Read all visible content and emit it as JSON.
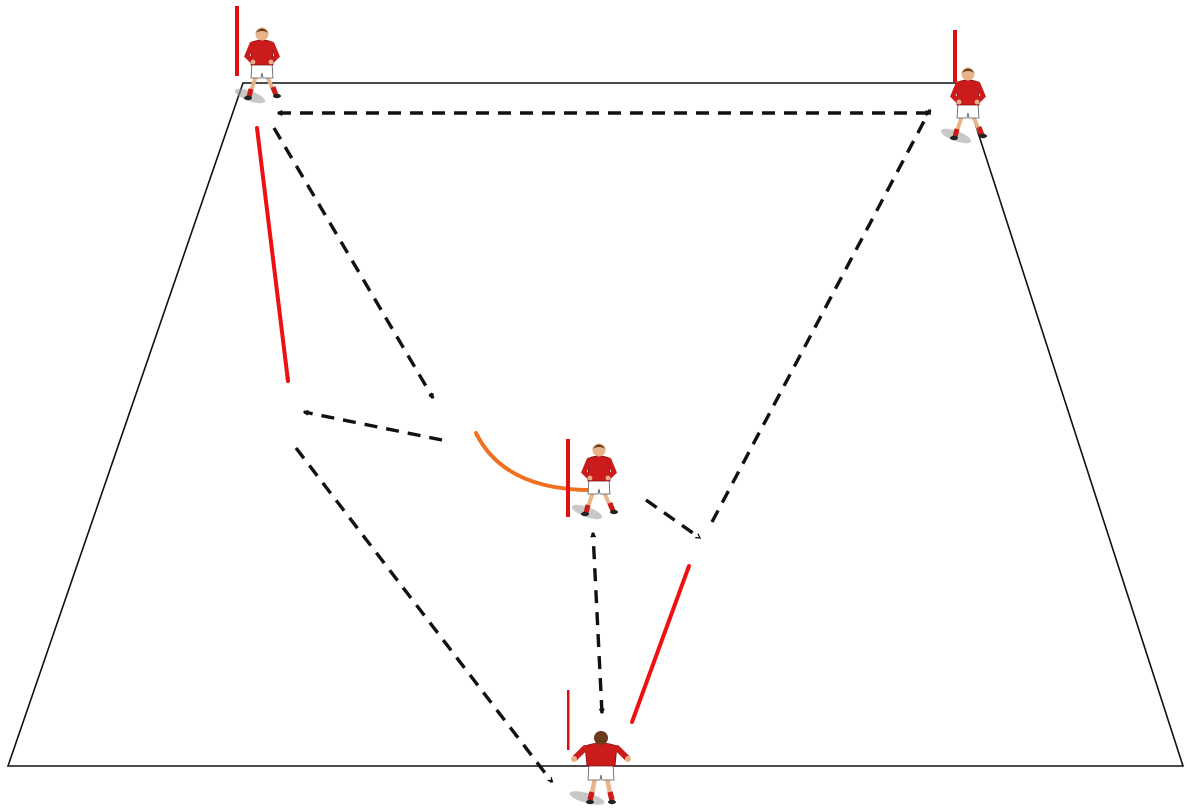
{
  "diagram": {
    "kind": "rugby-passing-drill",
    "pitch": {
      "shape": "trapezoid",
      "line_color": "#111111",
      "fill": "#ffffff"
    },
    "colors": {
      "pass": "#111111",
      "run": "#ee1111",
      "curve_run": "#f07020",
      "jersey": "#cc1b1b",
      "shorts": "#ffffff",
      "skin": "#e8b48a",
      "hair": "#6b3a1a",
      "pole": "#e01010",
      "shadow": "#9a9a9a"
    },
    "players": [
      {
        "id": "top-left",
        "facing": "front",
        "has_pole": true
      },
      {
        "id": "top-right",
        "facing": "front",
        "has_pole": true
      },
      {
        "id": "center",
        "facing": "front",
        "has_pole": true
      },
      {
        "id": "bottom",
        "facing": "back",
        "has_pole": true
      }
    ],
    "arrows": [
      {
        "id": "pass-top-edge",
        "type": "pass",
        "direction": "both"
      },
      {
        "id": "pass-tl-diagonal",
        "type": "pass"
      },
      {
        "id": "pass-center-left",
        "type": "pass"
      },
      {
        "id": "pass-left-diagonal",
        "type": "pass"
      },
      {
        "id": "pass-bottom-up",
        "type": "pass",
        "direction": "both"
      },
      {
        "id": "pass-center-right",
        "type": "pass"
      },
      {
        "id": "pass-right-diagonal",
        "type": "pass"
      },
      {
        "id": "run-left",
        "type": "run"
      },
      {
        "id": "run-bottom",
        "type": "run"
      },
      {
        "id": "run-curve",
        "type": "curve_run"
      }
    ]
  }
}
